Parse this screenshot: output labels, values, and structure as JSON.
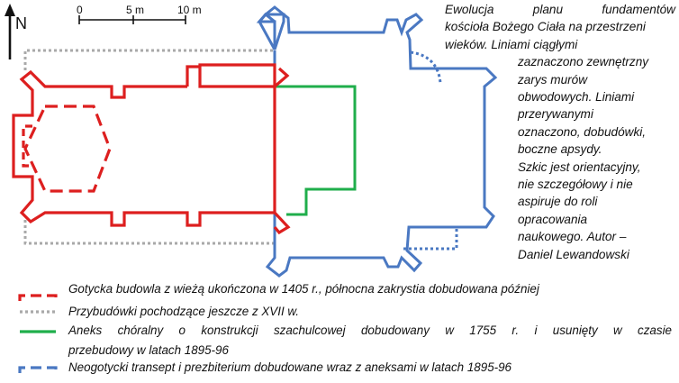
{
  "scale": {
    "labels": [
      "0",
      "5 m",
      "10 m"
    ]
  },
  "north_label": "N",
  "description": [
    "Ewolucja planu fundamentów",
    "kościoła Bożego Ciała na przestrzeni",
    "wieków. Liniami ciągłymi",
    "zaznaczono zewnętrzny",
    "zarys murów",
    "obwodowych. Liniami",
    "przerywanymi",
    "oznaczono, dobudówki,",
    "boczne apsydy.",
    "Szkic jest orientacyjny,",
    "nie szczegółowy i nie",
    "aspiruje do roli",
    "opracowania",
    "naukowego. Autor –",
    "Daniel Lewandowski"
  ],
  "legend": [
    {
      "color": "#dd1f1f",
      "style": "dashed",
      "text": "Gotycka budowla z wieżą ukończona w 1405 r., północna zakrystia dobudowana później"
    },
    {
      "color": "#a9a9a9",
      "style": "dotted",
      "text": "Przybudówki pochodzące jeszcze z XVII w."
    },
    {
      "color": "#1fae4b",
      "style": "solid",
      "text": "Aneks chóralny o konstrukcji szachulcowej dobudowany w 1755 r. i usunięty w czasie",
      "text2": "przebudowy w latach 1895-96"
    },
    {
      "color": "#4a78c2",
      "style": "dashed",
      "text": "Neogotycki transept i prezbiterium dobudowane wraz z aneksami w latach 1895-96"
    }
  ]
}
